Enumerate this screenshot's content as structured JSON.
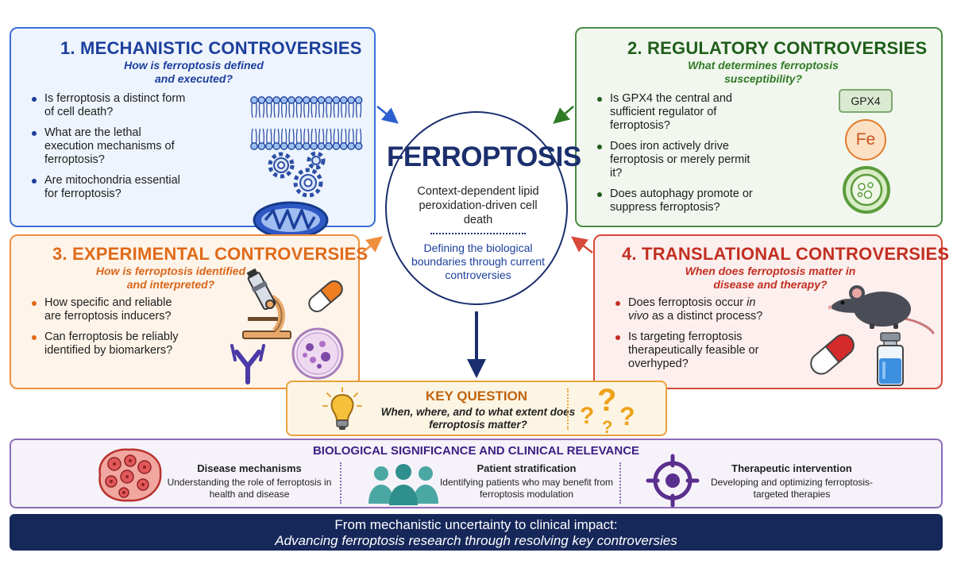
{
  "panels": {
    "mechanistic": {
      "title": "1. MECHANISTIC CONTROVERSIES",
      "subtitle": "How is ferroptosis defined and executed?",
      "items": [
        "Is ferroptosis a distinct form of cell death?",
        "What are the lethal execution mechanisms of ferroptosis?",
        "Are mitochondria essential for ferroptosis?"
      ],
      "color": "#1c3f9c"
    },
    "regulatory": {
      "title": "2. REGULATORY CONTROVERSIES",
      "subtitle": "What determines ferroptosis susceptibility?",
      "items": [
        "Is GPX4 the central and sufficient regulator of ferroptosis?",
        "Does iron actively drive ferroptosis or merely permit it?",
        "Does autophagy promote or suppress ferroptosis?"
      ],
      "gpx4_label": "GPX4",
      "fe_label": "Fe",
      "color": "#1f5e1a"
    },
    "experimental": {
      "title": "3. EXPERIMENTAL CONTROVERSIES",
      "subtitle": "How is ferroptosis identified and interpreted?",
      "items": [
        "How specific and reliable are ferroptosis inducers?",
        "Can ferroptosis be reliably identified by biomarkers?"
      ],
      "color": "#e06a18"
    },
    "translational": {
      "title": "4. TRANSLATIONAL CONTROVERSIES",
      "subtitle": "When does ferroptosis matter in disease and therapy?",
      "items_0_pre": "Does ferroptosis occur ",
      "items_0_em": "in vivo",
      "items_0_post": " as a distinct process?",
      "items_1": "Is targeting ferroptosis therapeutically feasible or overhyped?",
      "color": "#c22f21"
    }
  },
  "center": {
    "title": "FERROPTOSIS",
    "description": "Context-dependent lipid peroxidation-driven cell death",
    "boundary": "Defining the biological boundaries through current controversies"
  },
  "key_question": {
    "title": "KEY QUESTION",
    "text": "When, where, and to what extent does ferroptosis matter?"
  },
  "relevance": {
    "title": "BIOLOGICAL SIGNIFICANCE AND CLINICAL RELEVANCE",
    "columns": [
      {
        "title": "Disease mechanisms",
        "desc": "Understanding the role of ferroptosis in health and disease"
      },
      {
        "title": "Patient stratification",
        "desc": "Identifying patients who may benefit from ferroptosis modulation"
      },
      {
        "title": "Therapeutic intervention",
        "desc": "Developing and optimizing ferroptosis-targeted therapies"
      }
    ]
  },
  "banner": {
    "line1": "From mechanistic uncertainty to clinical impact:",
    "line2": "Advancing ferroptosis research through resolving key controversies"
  },
  "icons": [
    "lipid-bilayer-icon",
    "gears-icon",
    "mitochondrion-icon",
    "gpx4-badge-icon",
    "iron-icon",
    "autophagosome-icon",
    "microscope-icon",
    "pill-capsule-icon",
    "antibody-icon",
    "petri-dish-icon",
    "mouse-icon",
    "vial-icon",
    "lightbulb-icon",
    "question-marks-icon",
    "tissue-icon",
    "patients-icon",
    "target-icon"
  ]
}
